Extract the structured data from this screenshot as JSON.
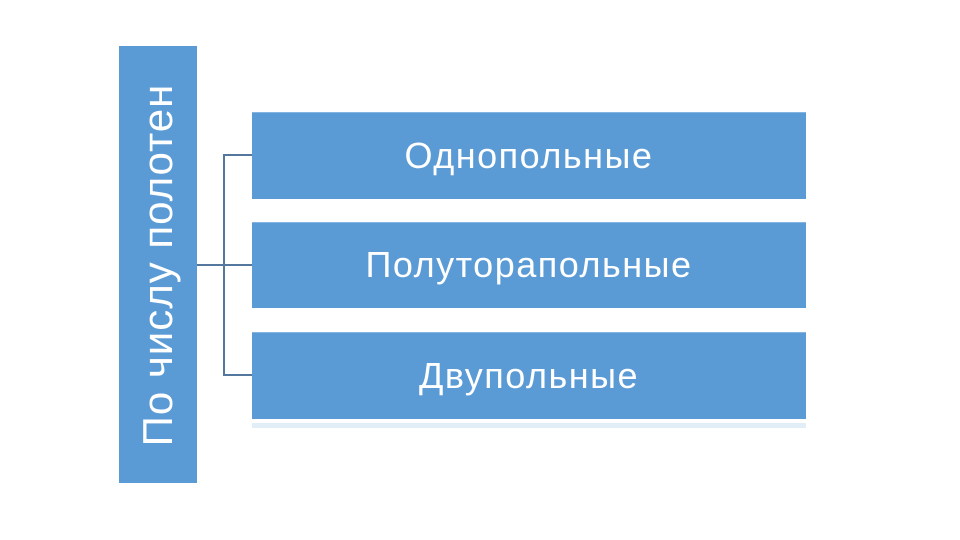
{
  "diagram": {
    "type": "vertical-box-list",
    "category_label": "По числу полотен",
    "items": [
      {
        "label": "Однопольные"
      },
      {
        "label": "Полуторапольные"
      },
      {
        "label": "Двупольные"
      }
    ],
    "colors": {
      "box_fill": "#5B9BD5",
      "text": "#FFFFFF",
      "connector": "#54789D",
      "background": "#FFFFFF"
    }
  }
}
